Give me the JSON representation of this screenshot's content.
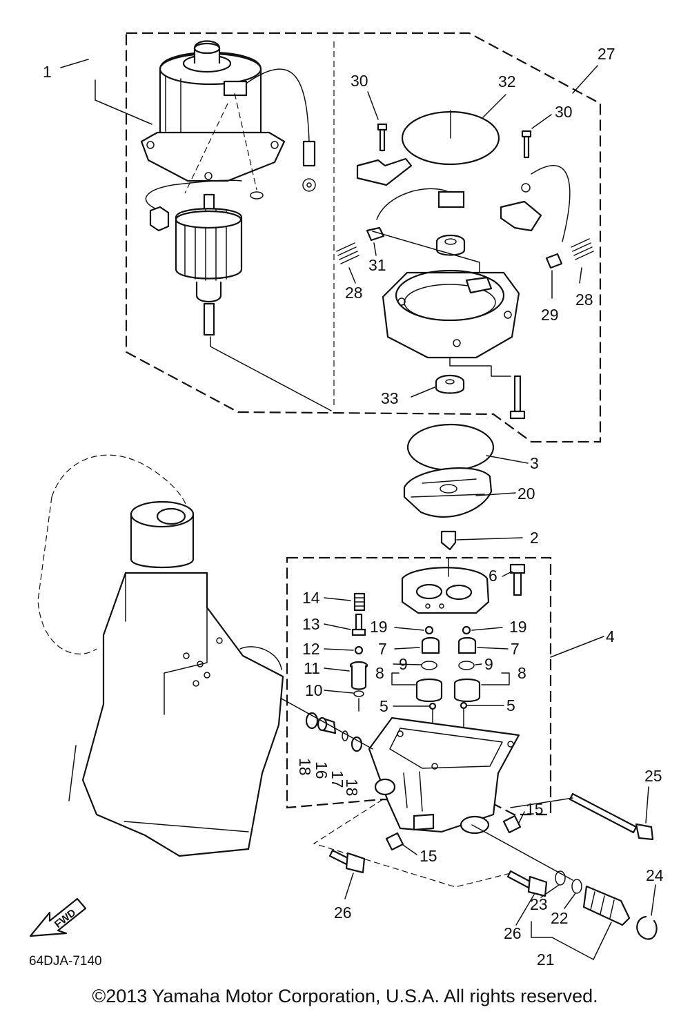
{
  "diagram": {
    "reference_code": "64DJA-7140",
    "fwd_arrow_label": "FWD",
    "copyright": "©2013 Yamaha Motor Corporation, U.S.A. All rights reserved.",
    "callouts": [
      "1",
      "30",
      "32",
      "30",
      "27",
      "31",
      "28",
      "28",
      "29",
      "33",
      "3",
      "20",
      "2",
      "6",
      "4",
      "14",
      "13",
      "19",
      "19",
      "12",
      "7",
      "7",
      "11",
      "9",
      "8",
      "9",
      "8",
      "10",
      "5",
      "5",
      "18",
      "16",
      "17",
      "18",
      "25",
      "15",
      "15",
      "26",
      "26",
      "23",
      "22",
      "24",
      "21"
    ]
  }
}
